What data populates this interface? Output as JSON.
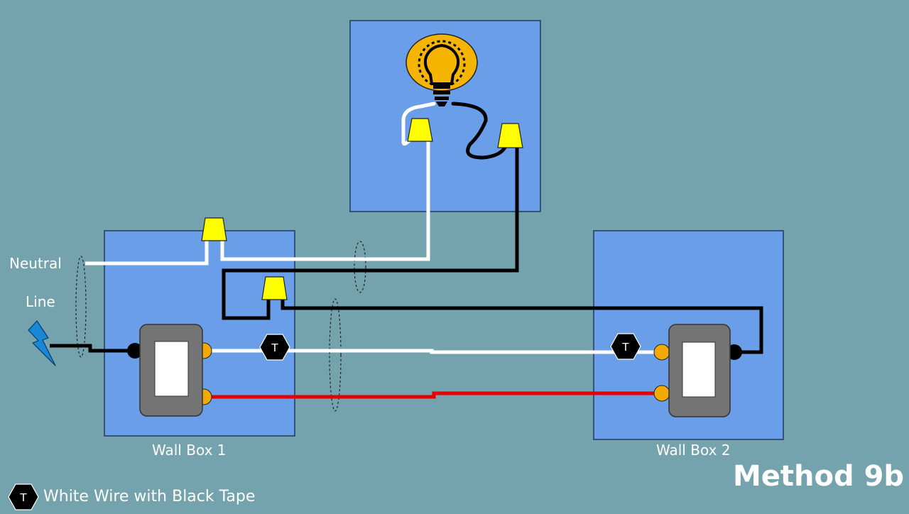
{
  "title": "Method 9b",
  "labels": {
    "neutral": "Neutral",
    "line": "Line",
    "wall_box_1": "Wall Box 1",
    "wall_box_2": "Wall Box 2"
  },
  "tape_marker": "T",
  "legend": {
    "symbol": "T",
    "text": "White Wire with Black Tape"
  },
  "colors": {
    "background": "#74a3ad",
    "box_fill": "#6a9ee8",
    "box_stroke": "#1f3a5c",
    "wire_neutral": "#ffffff",
    "wire_hot": "#000000",
    "wire_traveler_red": "#e20000",
    "wire_nut": "#ffff00",
    "switch_body": "#747474",
    "switch_toggle": "#ffffff",
    "terminal_brass": "#f2aa00",
    "terminal_common": "#000000",
    "bulb_glow": "#f5b400",
    "lightning": "#1a86d6"
  },
  "icons": [
    "light-bulb-icon",
    "lightning-bolt-icon",
    "wire-nut-icon",
    "tape-marker-icon"
  ]
}
